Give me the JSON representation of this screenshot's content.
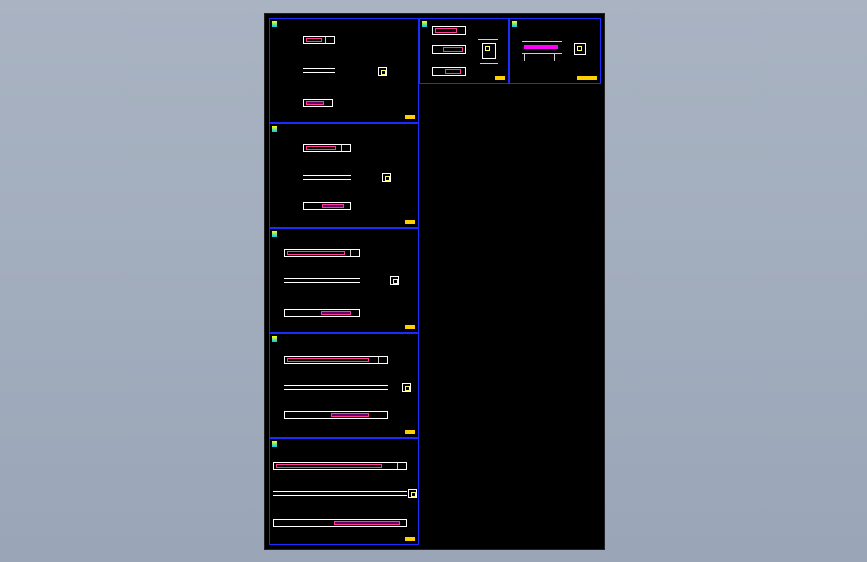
{
  "viewer": {
    "background": "#a0abbb",
    "canvas_color": "#000000",
    "frame_color": "#1c2bff",
    "line_color": "#ffffff",
    "accent_color": "#ff3b9a",
    "highlight_color": "#ff00ff"
  },
  "sheets": [
    {
      "id": "sheet-1",
      "kind": "three-view"
    },
    {
      "id": "sheet-2",
      "kind": "three-view"
    },
    {
      "id": "sheet-3",
      "kind": "three-view"
    },
    {
      "id": "sheet-4",
      "kind": "three-view"
    },
    {
      "id": "sheet-5",
      "kind": "three-view"
    },
    {
      "id": "sheet-assembly",
      "kind": "assembly"
    },
    {
      "id": "sheet-layout",
      "kind": "layout"
    }
  ]
}
